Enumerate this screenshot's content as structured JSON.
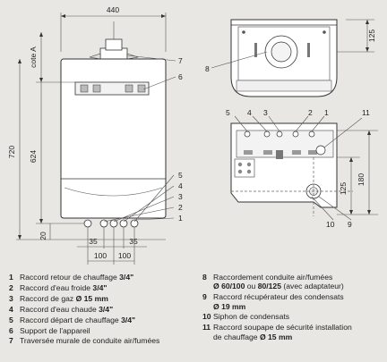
{
  "dimensions": {
    "width_top": "440",
    "cote_a": "cote A",
    "height_total": "720",
    "height_624": "624",
    "bottom_20": "20",
    "spacing_35_left": "35",
    "spacing_35_right": "35",
    "spacing_100_a": "100",
    "spacing_100_b": "100",
    "top_view_125": "125",
    "right_125": "125",
    "right_180": "180"
  },
  "callouts": {
    "front_7": "7",
    "front_6": "6",
    "front_5": "5",
    "front_4": "4",
    "front_3": "3",
    "front_2": "2",
    "front_1": "1",
    "top_8": "8",
    "bottom_5": "5",
    "bottom_4": "4",
    "bottom_3": "3",
    "bottom_2": "2",
    "bottom_1": "1",
    "bottom_11": "11",
    "bottom_10": "10",
    "bottom_9": "9"
  },
  "legend_left": [
    {
      "num": "1",
      "text": "Raccord retour de chauffage ",
      "bold": "3/4\""
    },
    {
      "num": "2",
      "text": "Raccord d'eau froide ",
      "bold": "3/4\""
    },
    {
      "num": "3",
      "text": "Raccord de gaz ",
      "bold": "Ø 15 mm"
    },
    {
      "num": "4",
      "text": "Raccord d'eau chaude ",
      "bold": "3/4\""
    },
    {
      "num": "5",
      "text": "Raccord départ de chauffage ",
      "bold": "3/4\""
    },
    {
      "num": "6",
      "text": "Support de l'appareil",
      "bold": ""
    },
    {
      "num": "7",
      "text": "Traversée murale de conduite air/fumées",
      "bold": ""
    }
  ],
  "legend_right": {
    "item8": {
      "num": "8",
      "line1": "Raccordement conduite air/fumées",
      "line2_bold": "Ø 60/100",
      "line2_mid": " ou ",
      "line2_bold2": "80/125",
      "line2_end": " (avec adaptateur)"
    },
    "item9": {
      "num": "9",
      "line1": "Raccord récupérateur des condensats",
      "line2_bold": "Ø 19 mm"
    },
    "item10": {
      "num": "10",
      "line1": "Siphon de condensats"
    },
    "item11": {
      "num": "11",
      "line1": "Raccord soupape de sécurité installation",
      "line2": "de chauffage ",
      "line2_bold": "Ø 15 mm"
    }
  },
  "colors": {
    "background": "#e9e7e3",
    "boiler_fill": "#ffffff",
    "line": "#333333"
  }
}
